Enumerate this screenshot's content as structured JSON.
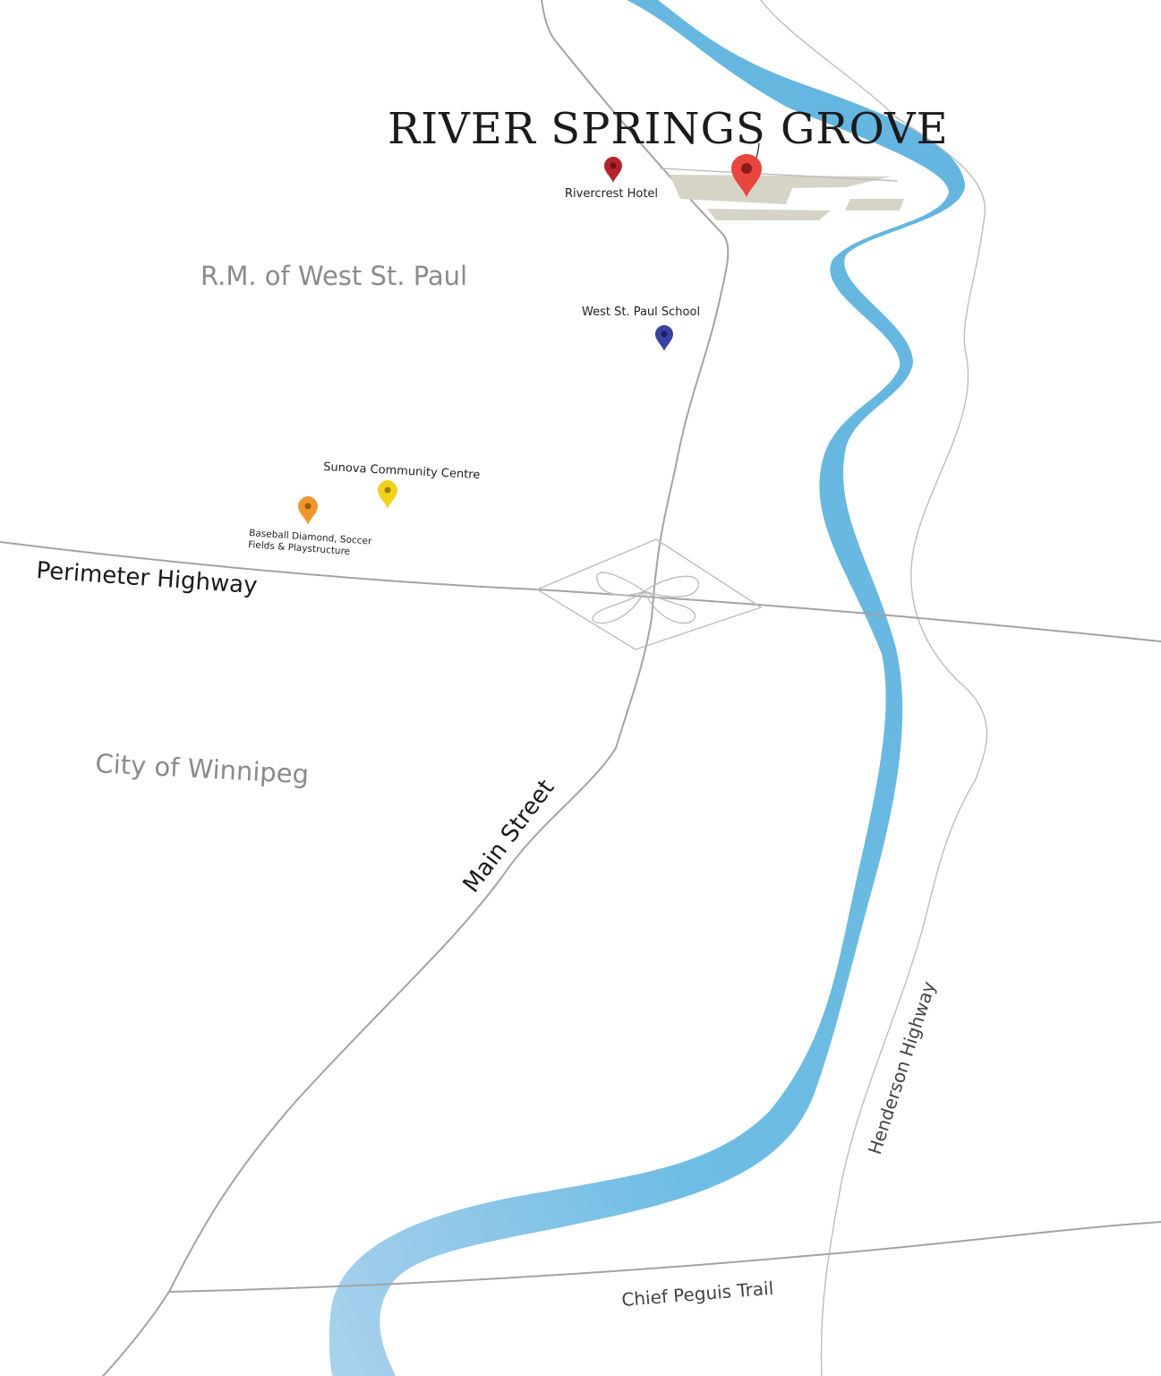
{
  "title": "RIVER SPRINGS GROVE",
  "regions": {
    "rm_west_st_paul": "R.M. of West St. Paul",
    "city_of_winnipeg": "City of Winnipeg"
  },
  "roads": {
    "perimeter_highway": "Perimeter Highway",
    "main_street": "Main Street",
    "henderson_highway": "Henderson Highway",
    "chief_peguis_trail": "Chief Peguis Trail"
  },
  "pois": {
    "rivercrest_hotel": {
      "label": "Rivercrest Hotel",
      "color": "#b3232a"
    },
    "west_st_paul_school": {
      "label": "West St. Paul School",
      "color": "#3a43a3"
    },
    "sunova": {
      "label": "Sunova Community Centre",
      "color": "#f3d11a"
    },
    "baseball": {
      "line1": "Baseball Diamond, Soccer",
      "line2": "Fields & Playstructure",
      "color": "#f0962c"
    },
    "river_springs_grove_pin": {
      "color": "#e8453c"
    }
  },
  "colors": {
    "river": "#66b7e0",
    "river_light": "#a8d0ec",
    "development": "#d6d4c7",
    "road": "#a3a3a3"
  }
}
